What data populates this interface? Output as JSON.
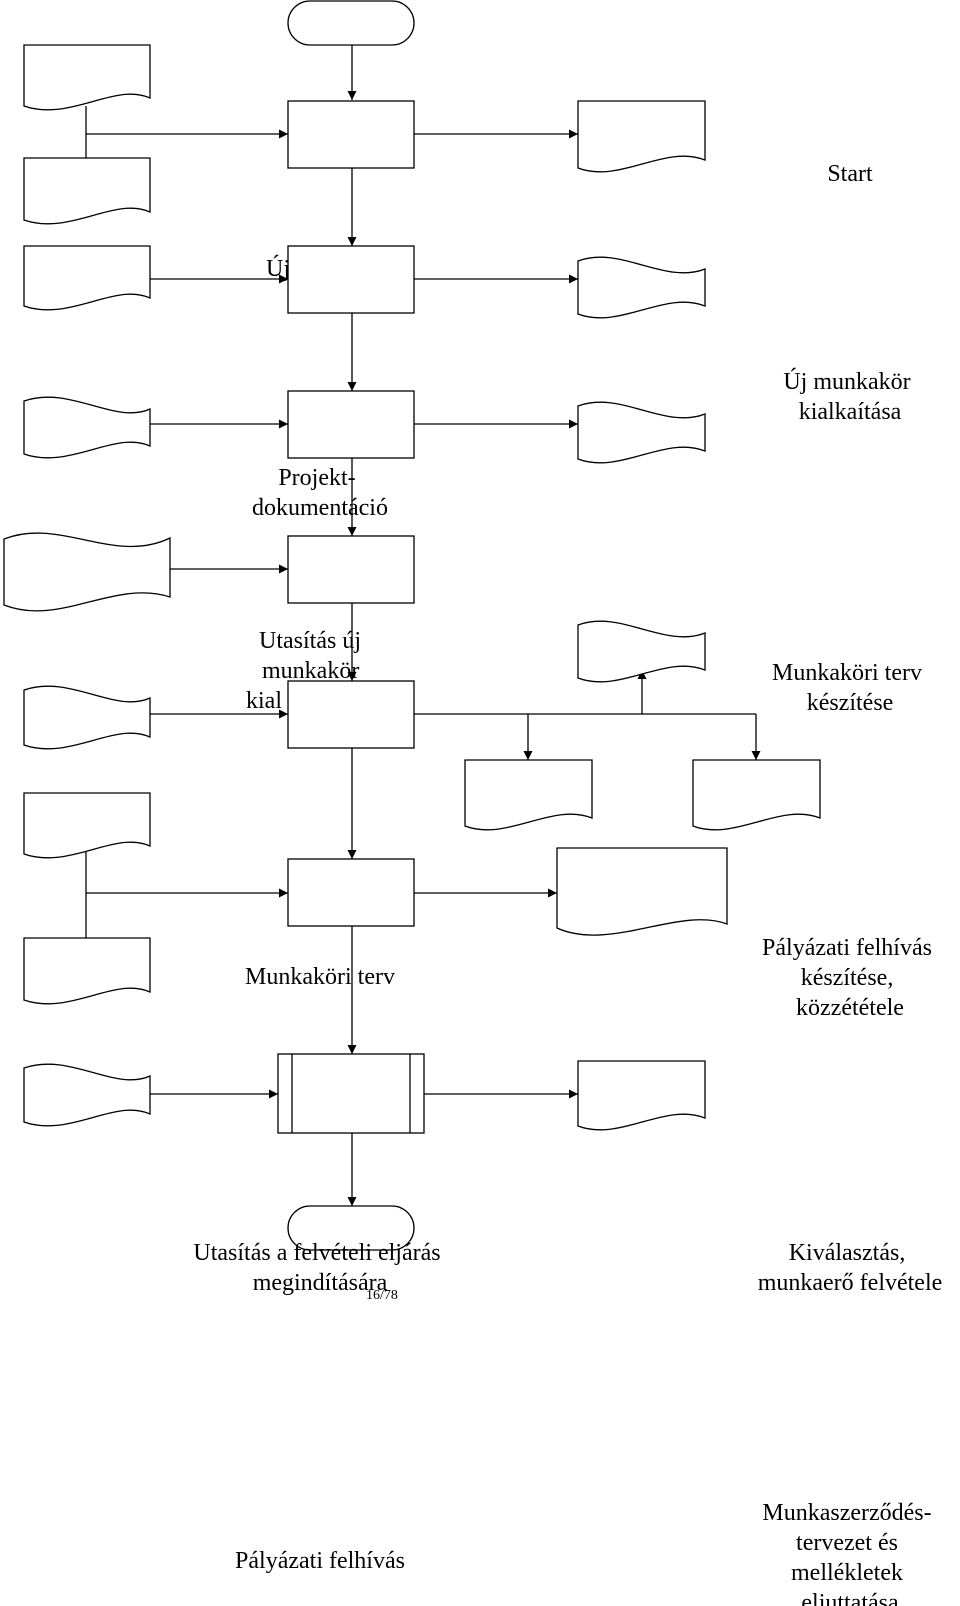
{
  "diagram": {
    "texts": {
      "start": "Start",
      "partial_left": "Új",
      "uj_munkakor": [
        "Új munkakör",
        "kialkaítása"
      ],
      "projekt": [
        "Projekt-",
        "dokumentáció"
      ],
      "utasitas_uj": [
        "Utasítás új",
        "munkakör",
        "kial"
      ],
      "munkakori_terv_keszitese": [
        "Munkaköri terv",
        "készítése"
      ],
      "munkakori_terv": "Munkaköri terv",
      "palyazati_felhivas_keszitese": [
        "Pályázati felhívás",
        "készítése,",
        "közzététele"
      ],
      "utasitas_felveteli": [
        "Utasítás a felvételi eljárás",
        "megindítására"
      ],
      "kivalasztas": [
        "Kiválasztás,",
        "munkaerő felvétele"
      ],
      "palyazati_felhivas": "Pályázati felhívás",
      "munkaszerzodes": [
        "Munkaszerződés-",
        "tervezet és",
        "mellékletek",
        "eljuttatása"
      ],
      "page_number": "16/78"
    }
  }
}
